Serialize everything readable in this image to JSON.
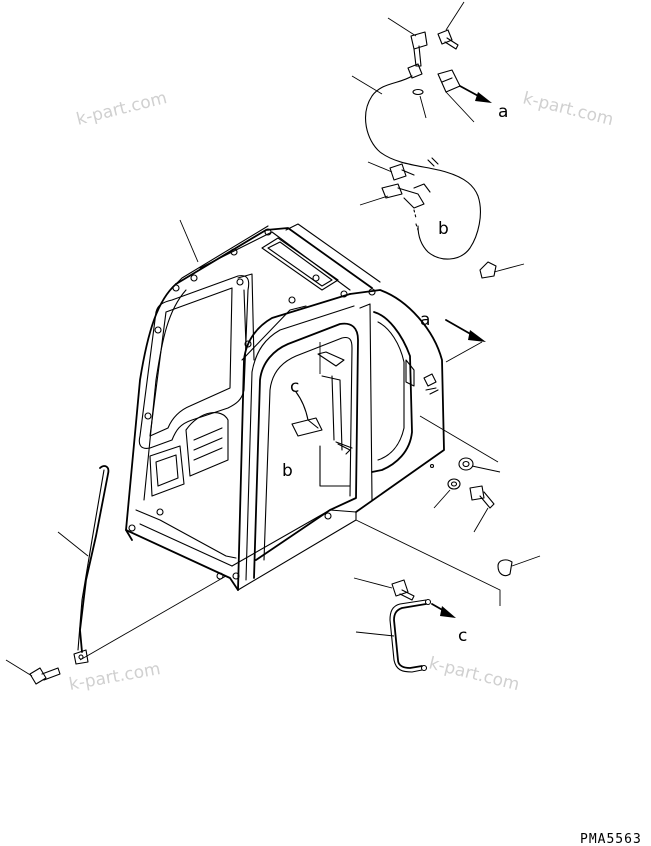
{
  "callouts": {
    "a_top": "a",
    "b_top": "b",
    "a_side": "a",
    "c_inner": "c",
    "b_inner": "b",
    "c_bottom": "c"
  },
  "watermarks": [
    "k-part.com",
    "k-part.com",
    "k-part.com",
    "k-part.com"
  ],
  "drawing_code": "PMA5563"
}
